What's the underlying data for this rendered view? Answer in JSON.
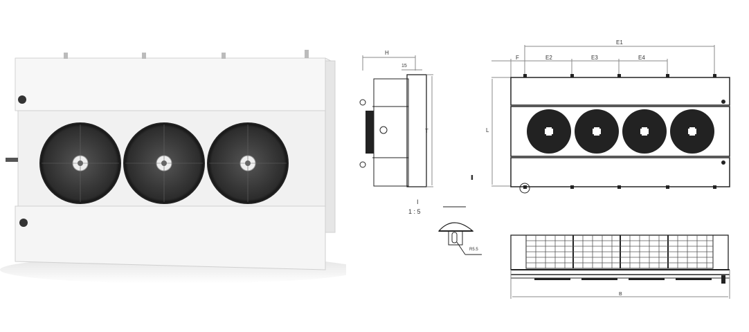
{
  "photo": {
    "description": "air cooler unit with three fans",
    "fan_count": 3
  },
  "side_view": {
    "dim_H": "H",
    "dim_15": "15",
    "dim_T": "T"
  },
  "detail": {
    "marker": "I",
    "scale": "1 : 5",
    "radius": "R5.5"
  },
  "front_view": {
    "dim_F": "F",
    "dim_E1": "E1",
    "dim_E2": "E2",
    "dim_E3": "E3",
    "dim_E4": "E4",
    "dim_L": "L",
    "detail_marker": "I",
    "fan_count": 4
  },
  "bottom_view": {
    "dim_B": "B"
  }
}
